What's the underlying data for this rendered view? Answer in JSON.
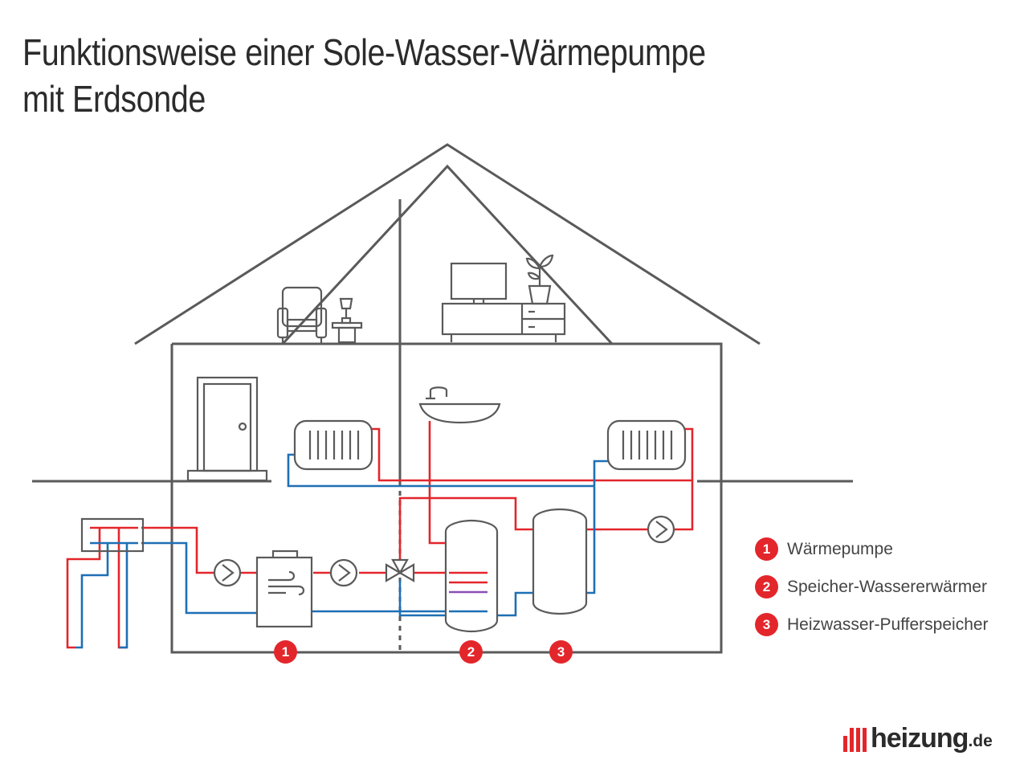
{
  "title": {
    "line1": "Funktionsweise einer Sole-Wasser-Wärmepumpe",
    "line2": "mit Erdsonde"
  },
  "colors": {
    "supply_hot": "#e3262b",
    "return_cold": "#1e6fb5",
    "outline": "#5a5a5a",
    "badge": "#e3262b"
  },
  "markers": [
    {
      "number": "1"
    },
    {
      "number": "2"
    },
    {
      "number": "3"
    }
  ],
  "legend": [
    {
      "number": "1",
      "label": "Wärmepumpe"
    },
    {
      "number": "2",
      "label": "Speicher-Wassererwärmer"
    },
    {
      "number": "3",
      "label": "Heizwasser-Pufferspeicher"
    }
  ],
  "logo": {
    "brand": "heizung",
    "tld": ".de"
  }
}
